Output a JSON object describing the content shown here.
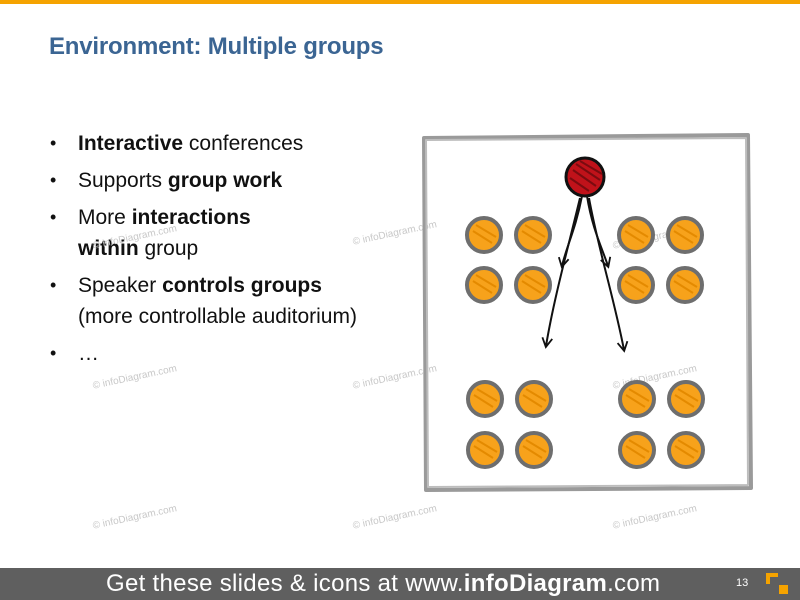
{
  "slide": {
    "title": "Environment: Multiple groups",
    "page_number": "13"
  },
  "bullets": [
    {
      "segments": [
        {
          "text": "Interactive",
          "bold": true
        },
        {
          "text": " conferences",
          "bold": false
        }
      ]
    },
    {
      "segments": [
        {
          "text": "Supports ",
          "bold": false
        },
        {
          "text": "group work",
          "bold": true
        }
      ]
    },
    {
      "segments": [
        {
          "text": "More ",
          "bold": false
        },
        {
          "text": "interactions within",
          "bold": true
        },
        {
          "text": " group",
          "bold": false
        }
      ]
    },
    {
      "segments": [
        {
          "text": "Speaker ",
          "bold": false
        },
        {
          "text": "controls groups",
          "bold": true
        },
        {
          "text": " (more controllable auditorium)",
          "bold": false
        }
      ]
    },
    {
      "segments": [
        {
          "text": "…",
          "bold": false
        }
      ]
    }
  ],
  "watermark": "© infoDiagram.com",
  "footer": {
    "prefix": "Get these slides & icons at www.",
    "brand": "infoDiagram",
    "suffix": ".com"
  },
  "colors": {
    "accent": "#f5a300",
    "title": "#3b6593",
    "speaker": "#c0121a",
    "listener": "#f7a21b",
    "footer_bg": "#5f5f5f"
  },
  "icons": {
    "bullet": "bullet-dot-icon",
    "speaker": "speaker-person-icon",
    "listener": "listener-person-icon",
    "arrows": "direction-arrows-icon",
    "corner": "corner-bracket-icon"
  }
}
